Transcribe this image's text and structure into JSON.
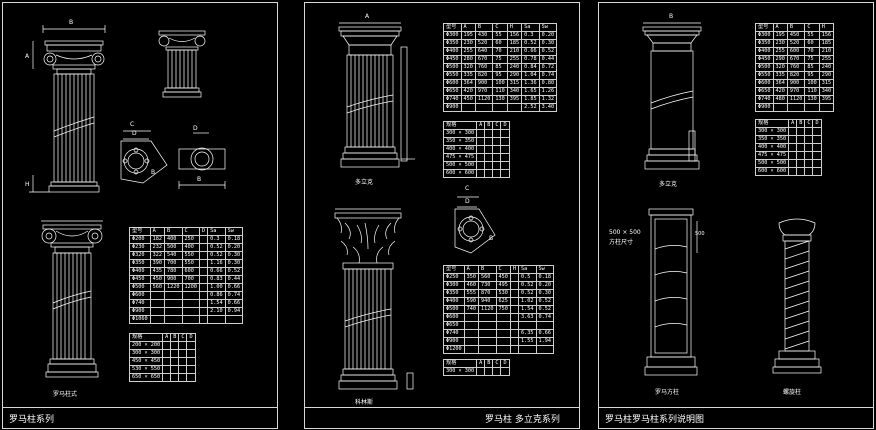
{
  "panels": [
    {
      "title": "罗马柱系列"
    },
    {
      "title": "罗马柱 多立克系列"
    },
    {
      "title": "罗马柱罗马柱系列说明图"
    }
  ],
  "dims": {
    "A": "A",
    "B": "B",
    "C": "C",
    "D": "D",
    "H": "H"
  },
  "captions": {
    "p1_bottom": "罗马柱式",
    "p2_mid": "多立克",
    "p2_bottom": "科林斯",
    "p3_mid": "多立克",
    "p3_left_size": "500 × 500",
    "p3_left_sub": "方柱尺寸",
    "p3_left_dim": "500",
    "p3_left_bottom": "罗马方柱",
    "p3_right_bottom": "螺旋柱"
  },
  "table1": {
    "header": [
      "型号",
      "A",
      "B",
      "C",
      "D",
      "Sa",
      "Sw"
    ],
    "rows": [
      [
        "Φ200",
        "182",
        "400",
        "250",
        "",
        "0.3",
        "0.18"
      ],
      [
        "Φ230",
        "232",
        "500",
        "400",
        "",
        "0.52",
        "0.20"
      ],
      [
        "Φ320",
        "322",
        "540",
        "550",
        "",
        "0.52",
        "0.30"
      ],
      [
        "Φ350",
        "390",
        "700",
        "550",
        "",
        "1.16",
        "0.30"
      ],
      [
        "Φ400",
        "435",
        "780",
        "600",
        "",
        "0.66",
        "0.52"
      ],
      [
        "Φ450",
        "450",
        "900",
        "700",
        "",
        "0.83",
        "0.44"
      ],
      [
        "Φ500",
        "560",
        "1220",
        "1200",
        "",
        "1.00",
        "0.66"
      ],
      [
        "Φ600",
        "",
        "",
        "",
        "",
        "0.86",
        "0.74"
      ],
      [
        "Φ740",
        "",
        "",
        "",
        "",
        "1.54",
        "0.66"
      ],
      [
        "Φ900",
        "",
        "",
        "",
        "",
        "2.10",
        "0.94"
      ],
      [
        "Φ1060",
        "",
        "",
        "",
        "",
        "",
        ""
      ]
    ]
  },
  "table1b": {
    "header": [
      "规格",
      "A",
      "B",
      "C",
      "D"
    ],
    "rows": [
      [
        "200 × 200"
      ],
      [
        "300 × 300"
      ],
      [
        "450 × 450"
      ],
      [
        "530 × 550"
      ],
      [
        "650 × 650"
      ]
    ]
  },
  "table2": {
    "header": [
      "型号",
      "A",
      "B",
      "C",
      "H",
      "Sa",
      "Sw"
    ],
    "rows": [
      [
        "Φ300",
        "195",
        "430",
        "55",
        "156",
        "0.3",
        "0.20"
      ],
      [
        "Φ350",
        "230",
        "520",
        "60",
        "185",
        "0.52",
        "0.30"
      ],
      [
        "Φ400",
        "255",
        "640",
        "70",
        "210",
        "0.66",
        "0.52"
      ],
      [
        "Φ450",
        "280",
        "670",
        "75",
        "255",
        "0.78",
        "0.44"
      ],
      [
        "Φ500",
        "320",
        "760",
        "85",
        "240",
        "0.84",
        "0.72"
      ],
      [
        "Φ550",
        "335",
        "820",
        "95",
        "290",
        "1.04",
        "0.74"
      ],
      [
        "Φ600",
        "364",
        "900",
        "100",
        "315",
        "1.36",
        "0.80"
      ],
      [
        "Φ650",
        "420",
        "970",
        "110",
        "340",
        "1.65",
        "1.26"
      ],
      [
        "Φ740",
        "450",
        "1120",
        "130",
        "395",
        "1.85",
        "1.32"
      ],
      [
        "Φ900",
        "",
        "",
        "",
        "",
        "2.52",
        "3.40"
      ]
    ]
  },
  "table2b": {
    "header": [
      "规格",
      "A",
      "B",
      "C",
      "D"
    ],
    "rows": [
      [
        "300 × 300"
      ],
      [
        "350 × 350"
      ],
      [
        "400 × 400"
      ],
      [
        "475 × 475"
      ],
      [
        "500 × 500"
      ],
      [
        "600 × 600"
      ]
    ]
  },
  "table3": {
    "header": [
      "型号",
      "A",
      "B",
      "C",
      "H",
      "Sa",
      "Sw"
    ],
    "rows": [
      [
        "Φ250",
        "350",
        "560",
        "450",
        "",
        "0.5",
        "0.18"
      ],
      [
        "Φ300",
        "460",
        "730",
        "495",
        "",
        "0.52",
        "0.20"
      ],
      [
        "Φ350",
        "555",
        "870",
        "530",
        "",
        "0.52",
        "0.30"
      ],
      [
        "Φ400",
        "590",
        "940",
        "625",
        "",
        "1.02",
        "0.52"
      ],
      [
        "Φ500",
        "740",
        "1120",
        "750",
        "",
        "1.54",
        "0.52"
      ],
      [
        "Φ600",
        "",
        "",
        "",
        "",
        "3.63",
        "0.74"
      ],
      [
        "Φ650",
        "",
        "",
        "",
        "",
        "",
        ""
      ],
      [
        "Φ740",
        "",
        "",
        "",
        "",
        "6.35",
        "0.66"
      ],
      [
        "Φ900",
        "",
        "",
        "",
        "",
        "1.55",
        "1.94"
      ],
      [
        "Φ1200",
        "",
        "",
        "",
        "",
        "",
        ""
      ]
    ]
  },
  "table3b": {
    "header": [
      "规格",
      "A",
      "B",
      "C",
      "D"
    ],
    "rows": [
      [
        "300 × 300"
      ]
    ]
  },
  "table4": {
    "header": [
      "型号",
      "A",
      "B",
      "C",
      "H"
    ],
    "rows": [
      [
        "Φ300",
        "195",
        "450",
        "55",
        "156"
      ],
      [
        "Φ350",
        "230",
        "520",
        "60",
        "185"
      ],
      [
        "Φ400",
        "255",
        "600",
        "70",
        "210"
      ],
      [
        "Φ450",
        "290",
        "670",
        "75",
        "255"
      ],
      [
        "Φ500",
        "320",
        "760",
        "85",
        "240"
      ],
      [
        "Φ550",
        "335",
        "820",
        "95",
        "290"
      ],
      [
        "Φ600",
        "364",
        "900",
        "100",
        "315"
      ],
      [
        "Φ650",
        "420",
        "970",
        "110",
        "340"
      ],
      [
        "Φ740",
        "480",
        "1120",
        "130",
        "395"
      ],
      [
        "Φ900",
        "",
        "",
        "",
        ""
      ]
    ]
  },
  "table4b": {
    "header": [
      "规格",
      "A",
      "B",
      "C",
      "D"
    ],
    "rows": [
      [
        "300 × 300"
      ],
      [
        "350 × 350"
      ],
      [
        "400 × 400"
      ],
      [
        "475 × 475"
      ],
      [
        "500 × 500"
      ],
      [
        "600 × 600"
      ]
    ]
  }
}
